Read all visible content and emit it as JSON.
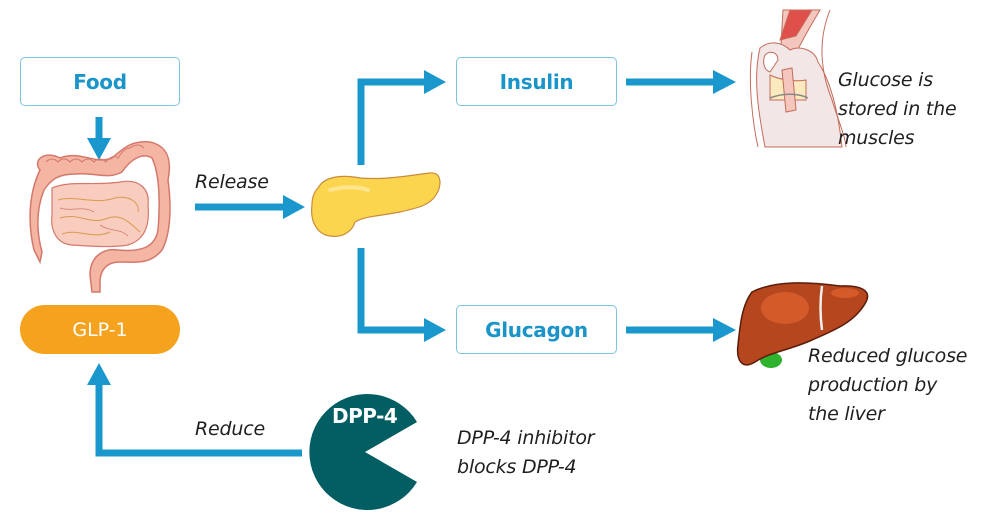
{
  "colors": {
    "arrow": "#1a98cd",
    "box_border": "#7cc4df",
    "box_text": "#1b95c9",
    "glp1_fill": "#f5a31f",
    "dpp4_fill": "#025e63",
    "pancreas": "#fcd54f",
    "liver": "#b5461d",
    "gallbladder": "#2fb32f"
  },
  "nodes": {
    "food": "Food",
    "glp1": "GLP-1",
    "insulin": "Insulin",
    "glucagon": "Glucagon",
    "dpp4": "DPP-4"
  },
  "labels": {
    "release": "Release",
    "reduce": "Reduce"
  },
  "annotations": {
    "muscles": [
      "Glucose is",
      "stored in the",
      "muscles"
    ],
    "liver": [
      "Reduced glucose",
      "production by",
      "the liver"
    ],
    "inhibitor": [
      "DPP-4 inhibitor",
      "blocks DPP-4"
    ]
  },
  "illustrations": {
    "intestine": "intestine-icon",
    "pancreas": "pancreas-icon",
    "knee_muscle": "knee-muscle-icon",
    "liver": "liver-icon",
    "dpp4_enzyme": "pacman-enzyme-icon"
  }
}
